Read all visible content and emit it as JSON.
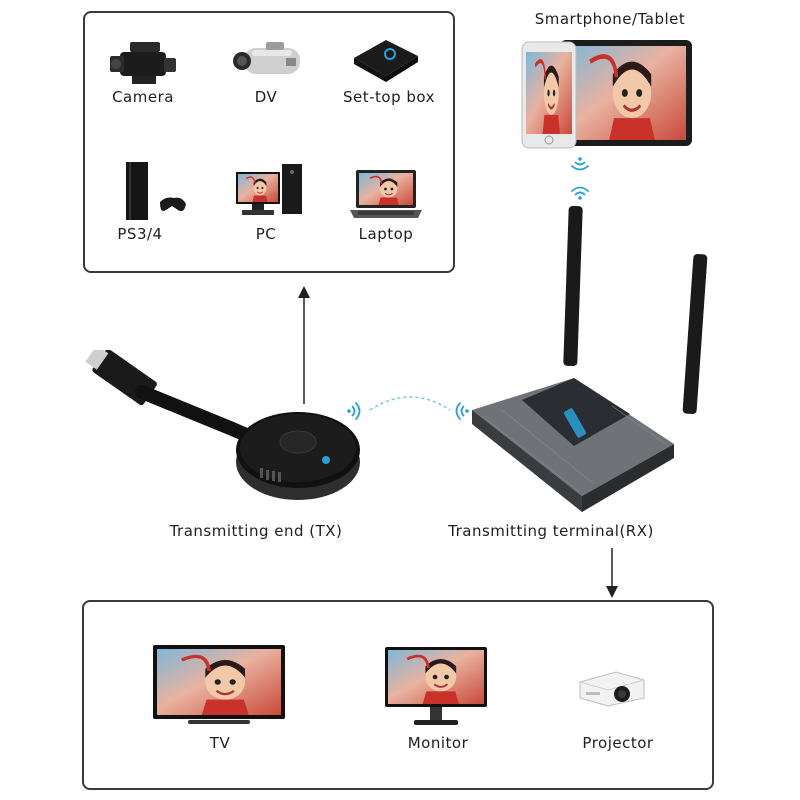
{
  "sources": {
    "items": [
      {
        "label": "Camera",
        "icon": "video-camera-icon"
      },
      {
        "label": "DV",
        "icon": "camcorder-icon"
      },
      {
        "label": "Set-top box",
        "icon": "set-top-box-icon"
      },
      {
        "label": "PS3/4",
        "icon": "game-console-icon"
      },
      {
        "label": "PC",
        "icon": "desktop-pc-icon"
      },
      {
        "label": "Laptop",
        "icon": "laptop-icon"
      }
    ]
  },
  "mobile": {
    "label": "Smartphone/Tablet",
    "icon": "smartphone-tablet-icon"
  },
  "transmitter": {
    "label": "Transmitting end (TX)",
    "icon": "hdmi-dongle-icon"
  },
  "receiver": {
    "label": "Transmitting terminal(RX)",
    "icon": "receiver-box-icon"
  },
  "outputs": {
    "items": [
      {
        "label": "TV",
        "icon": "tv-icon"
      },
      {
        "label": "Monitor",
        "icon": "monitor-icon"
      },
      {
        "label": "Projector",
        "icon": "projector-icon"
      }
    ]
  },
  "colors": {
    "wifi": "#2aa0d8",
    "panel_border": "#3a3a3a",
    "device_dark": "#1a1a1a",
    "screen_accent": "#d8473a"
  }
}
